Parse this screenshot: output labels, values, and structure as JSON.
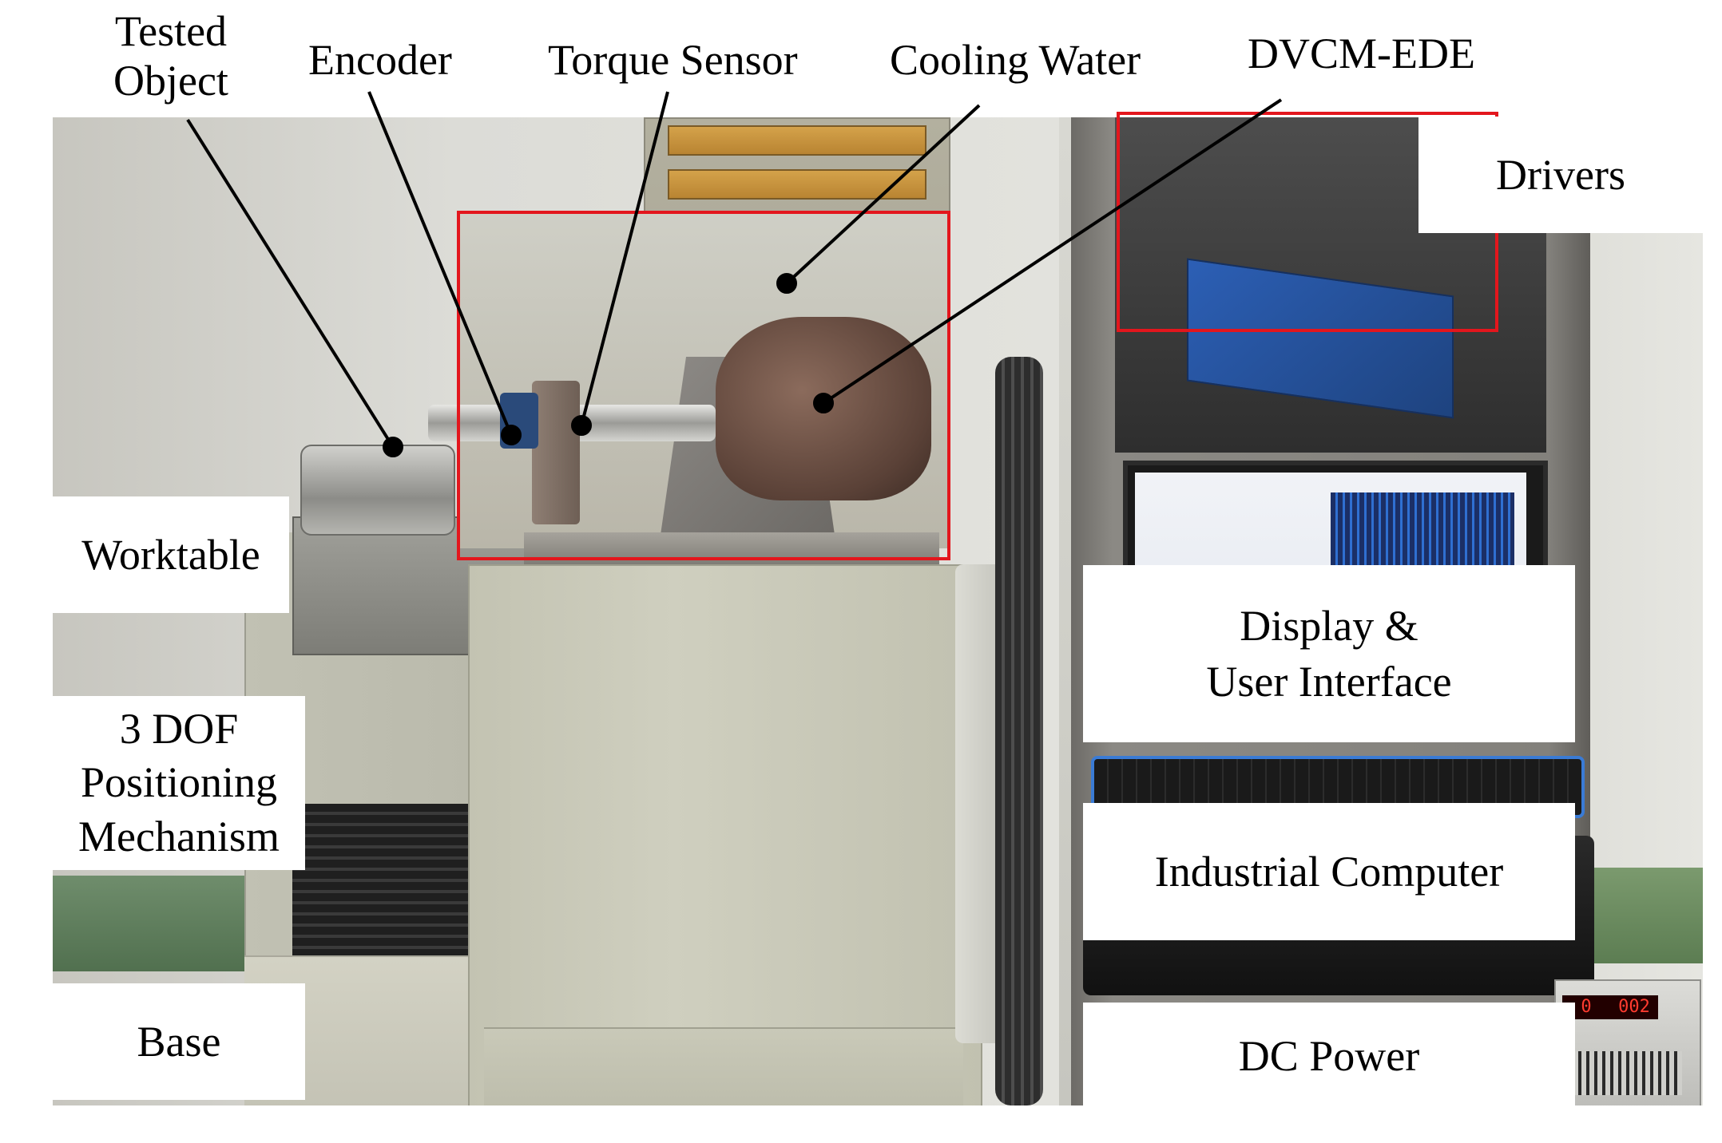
{
  "top_labels": {
    "tested_object": "Tested\nObject",
    "encoder": "Encoder",
    "torque_sensor": "Torque Sensor",
    "cooling_water": "Cooling Water",
    "dvcm_ede": "DVCM-EDE"
  },
  "side_labels": {
    "worktable": "Worktable",
    "positioning": "3 DOF\nPositioning\nMechanism",
    "base": "Base"
  },
  "right_labels": {
    "drivers": "Drivers",
    "display": "Display &\nUser Interface",
    "industrial_computer": "Industrial Computer",
    "dc_power": "DC Power"
  },
  "dc_power_readouts": [
    "0",
    "002"
  ],
  "colors": {
    "highlight": "#e3161d",
    "leader": "#000000"
  }
}
